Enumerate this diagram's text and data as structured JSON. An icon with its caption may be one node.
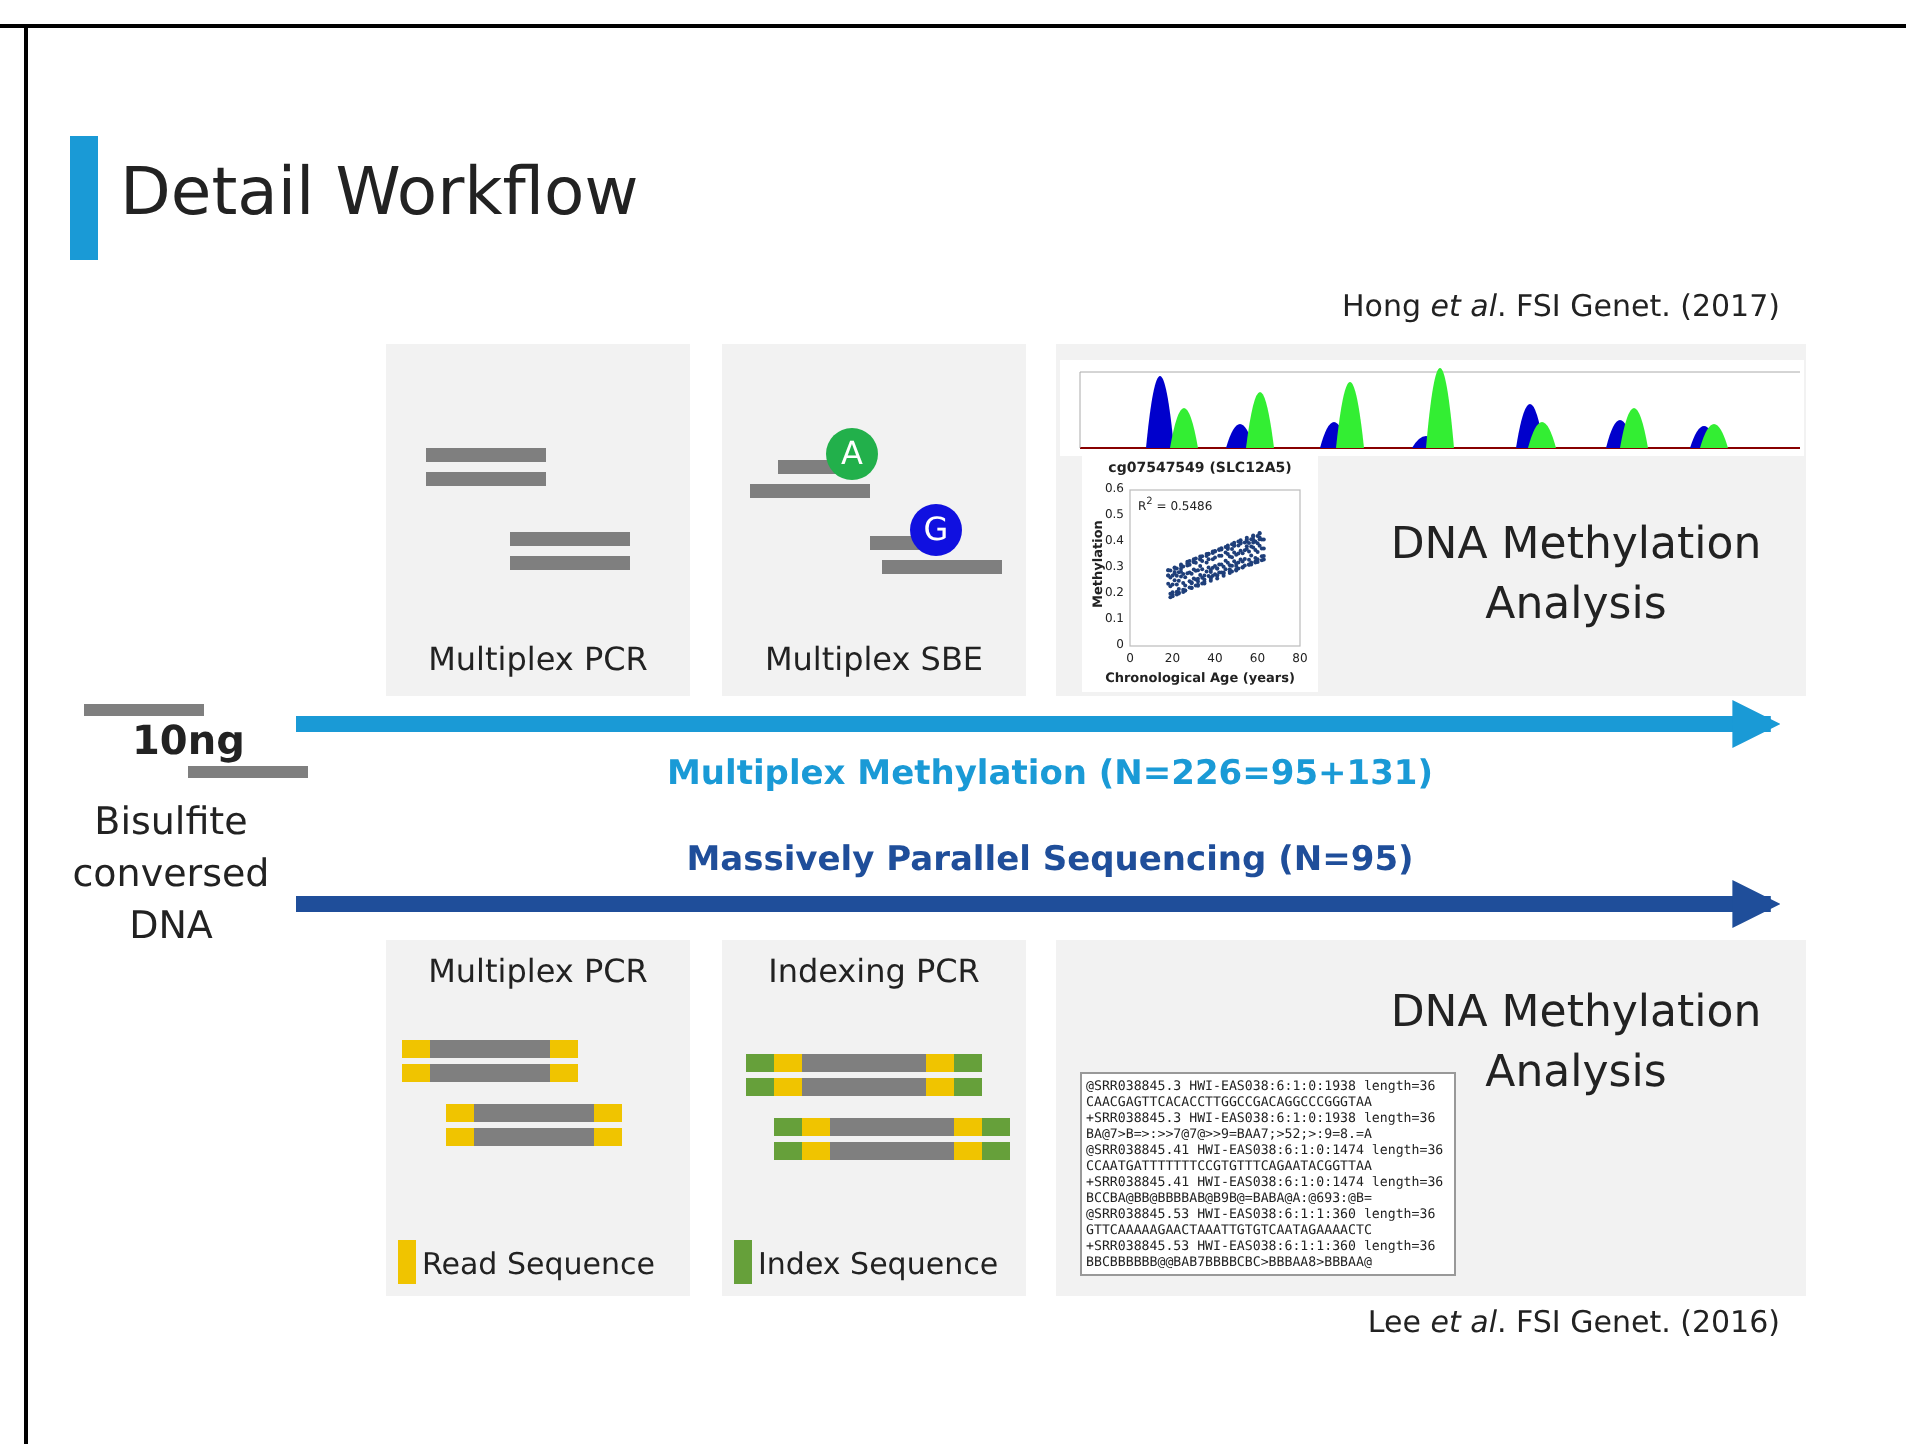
{
  "diagram": {
    "title": "Detail Workflow",
    "nodes": [
      {
        "text": [
          "10ng",
          "Bisulfite conversed DNA"
        ]
      },
      {
        "text": [
          "Multiplex PCR"
        ]
      },
      {
        "text": [
          "Multiplex SBE"
        ]
      },
      {
        "text": [
          "DNA Methylation Analysis"
        ],
        "beside": [
          "Hong *et al*. FSI Genet. (2017)"
        ]
      },
      {
        "text": [
          "Multiplex PCR"
        ]
      },
      {
        "text": [
          "Indexing PCR"
        ]
      },
      {
        "text": [
          "DNA Methylation Analysis"
        ],
        "beside": [
          "Lee *et al*. FSI Genet. (2016)"
        ]
      }
    ],
    "edges": [
      {
        "from": 0,
        "to": 3,
        "arrow": "to",
        "label": "Multiplex Methylation (N=226=95+131)",
        "color": "#1a9ad6"
      },
      {
        "from": 0,
        "to": 6,
        "arrow": "to",
        "label": "Massively Parallel Sequencing (N=95)",
        "color": "#1f4e9a"
      }
    ],
    "labels": [
      "A",
      "G",
      "cg07547549 (SLC12A5)",
      "R$^{2}$ = 0.5486",
      "Methylation",
      "Chronological Age (years)",
      "0.6",
      "0.5",
      "0.4",
      "0.3",
      "0.2",
      "0.1",
      "0",
      "0",
      "20",
      "40",
      "60",
      "80",
      "@SRR038845.3 HWI-EAS038:6:1:0:1938 length=36",
      "CAACGAGTTCACACCTTGGCCGACAGGCCCGGGTAA",
      "+SRR038845.3 HWI-EAS038:6:1:0:1938 length=36",
      "BA@7>B=>:>>7@7@>>9=BAA7;>52;>:9=8.=A",
      "@SRR038845.41 HWI-EAS038:6:1:0:1474 length=36",
      "CCAATGATTTTTTTCCGTGTTTCAGAATACGGTTAA",
      "+SRR038845.41 HWI-EAS038:6:1:0:1474 length=36",
      "BCCBA@BB@BBBBAB@B9B@=BABA@A:@693:@B=",
      "@SRR038845.53 HWI-EAS038:6:1:1:360 length=36",
      "GTTCAAAAAGAACTAAATTGTGTCAATAGAAAACTC",
      "+SRR038845.53 HWI-EAS038:6:1:1:360 length=36",
      "BBCBBBBBB@@BAB7BBBBCBC>BBBAA8>BBBAA@"
    ],
    "legend": [
      {
        "text": "Read Sequence",
        "color": "#f0c400"
      },
      {
        "text": "Index Sequence",
        "color": "#66a03a"
      }
    ]
  }
}
